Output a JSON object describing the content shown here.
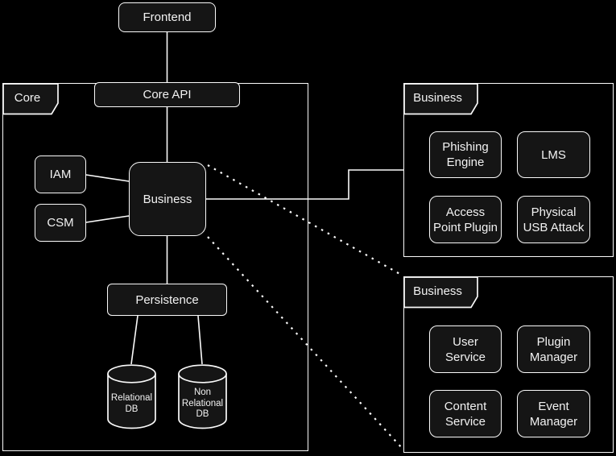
{
  "colors": {
    "background": "#000000",
    "node_fill": "#151515",
    "border": "#fafafa",
    "text": "#f2f2f2"
  },
  "containers": {
    "core": {
      "label": "Core"
    },
    "business_detail_top": {
      "label": "Business"
    },
    "business_detail_bottom": {
      "label": "Business"
    }
  },
  "nodes": {
    "frontend": {
      "lines": [
        "Frontend"
      ]
    },
    "core_api": {
      "lines": [
        "Core API"
      ]
    },
    "iam": {
      "lines": [
        "IAM"
      ]
    },
    "csm": {
      "lines": [
        "CSM"
      ]
    },
    "business": {
      "lines": [
        "Business"
      ]
    },
    "persistence": {
      "lines": [
        "Persistence"
      ]
    },
    "relational_db": {
      "lines": [
        "Relational",
        "DB"
      ]
    },
    "non_relational_db": {
      "lines": [
        "Non",
        "Relational",
        "DB"
      ]
    },
    "phishing_engine": {
      "lines": [
        "Phishing",
        "Engine"
      ]
    },
    "lms": {
      "lines": [
        "LMS"
      ]
    },
    "access_point_plugin": {
      "lines": [
        "Access",
        "Point Plugin"
      ]
    },
    "physical_usb_attack": {
      "lines": [
        "Physical",
        "USB Attack"
      ]
    },
    "user_service": {
      "lines": [
        "User",
        "Service"
      ]
    },
    "plugin_manager": {
      "lines": [
        "Plugin",
        "Manager"
      ]
    },
    "content_service": {
      "lines": [
        "Content",
        "Service"
      ]
    },
    "event_manager": {
      "lines": [
        "Event",
        "Manager"
      ]
    }
  },
  "edges": [
    {
      "from": "frontend",
      "to": "core_api",
      "style": "solid"
    },
    {
      "from": "core_api",
      "to": "business",
      "style": "solid"
    },
    {
      "from": "iam",
      "to": "business",
      "style": "solid"
    },
    {
      "from": "csm",
      "to": "business",
      "style": "solid"
    },
    {
      "from": "business",
      "to": "persistence",
      "style": "solid"
    },
    {
      "from": "persistence",
      "to": "relational_db",
      "style": "solid"
    },
    {
      "from": "persistence",
      "to": "non_relational_db",
      "style": "solid"
    },
    {
      "from": "business",
      "to": "business_detail_top",
      "style": "solid-stepped"
    },
    {
      "from": "business",
      "to": "business_detail_bottom",
      "style": "dotted"
    },
    {
      "from": "business",
      "to": "business_detail_bottom",
      "style": "dotted"
    }
  ]
}
